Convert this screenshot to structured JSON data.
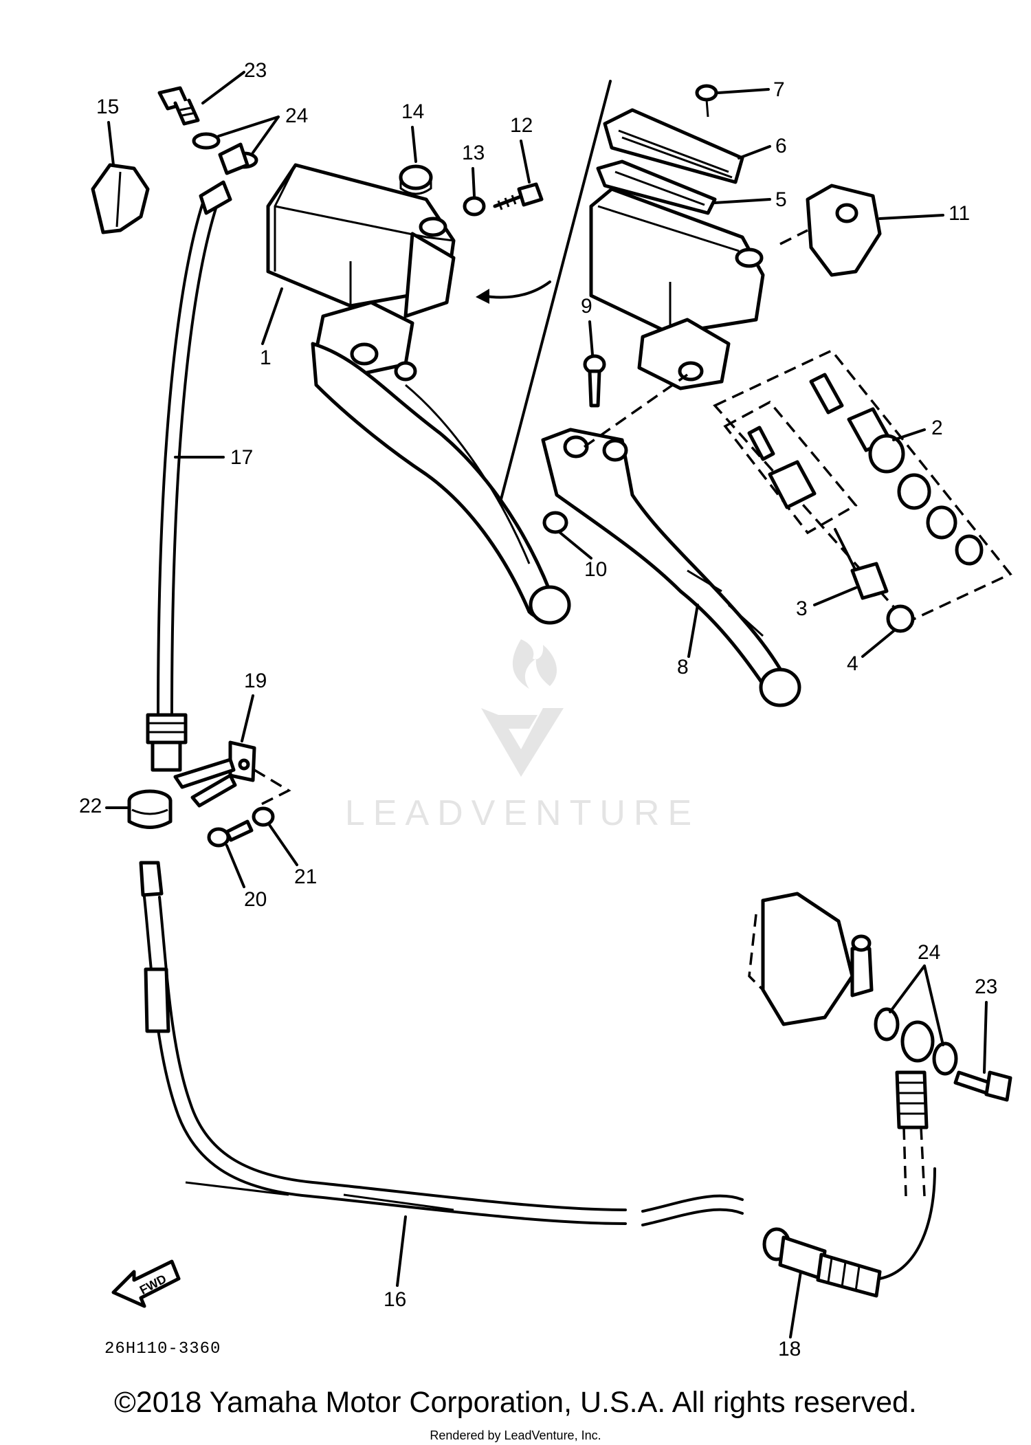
{
  "callouts": {
    "n1": "1",
    "n2": "2",
    "n3": "3",
    "n4": "4",
    "n5": "5",
    "n6": "6",
    "n7": "7",
    "n8": "8",
    "n9": "9",
    "n10": "10",
    "n11": "11",
    "n12": "12",
    "n13": "13",
    "n14": "14",
    "n15": "15",
    "n16": "16",
    "n17": "17",
    "n18": "18",
    "n19": "19",
    "n20": "20",
    "n21": "21",
    "n22": "22",
    "n23a": "23",
    "n23b": "23",
    "n24a": "24",
    "n24b": "24"
  },
  "diagram_code": "26H110-3360",
  "direction_arrow_label": "FWD",
  "watermark": {
    "text": "LEADVENTURE"
  },
  "footer": {
    "copyright": "©2018 Yamaha Motor Corporation, U.S.A. All rights reserved.",
    "rendered_by": "Rendered by LeadVenture, Inc."
  }
}
